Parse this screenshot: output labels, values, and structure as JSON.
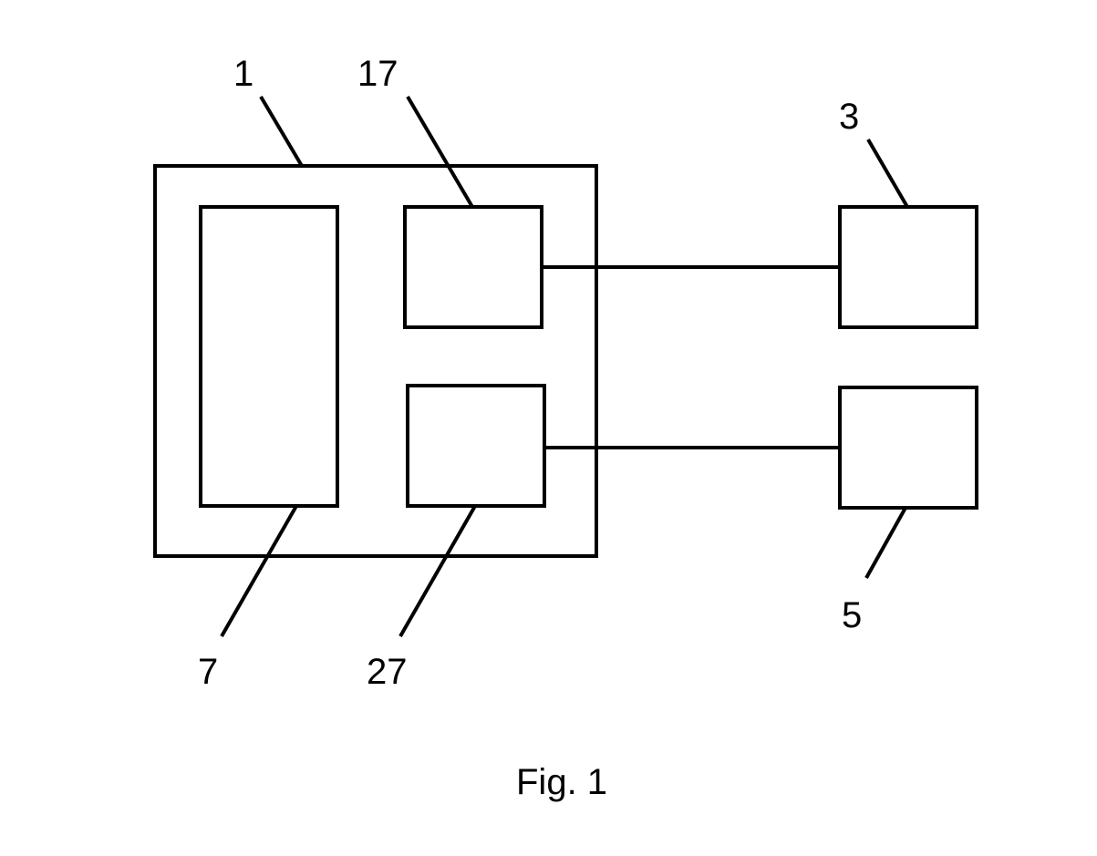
{
  "labels": {
    "device": "1",
    "unit_17": "17",
    "unit_27": "27",
    "unit_7": "7",
    "external_3": "3",
    "external_5": "5"
  },
  "caption": "Fig. 1",
  "colors": {
    "stroke": "#000000",
    "background": "#ffffff"
  }
}
